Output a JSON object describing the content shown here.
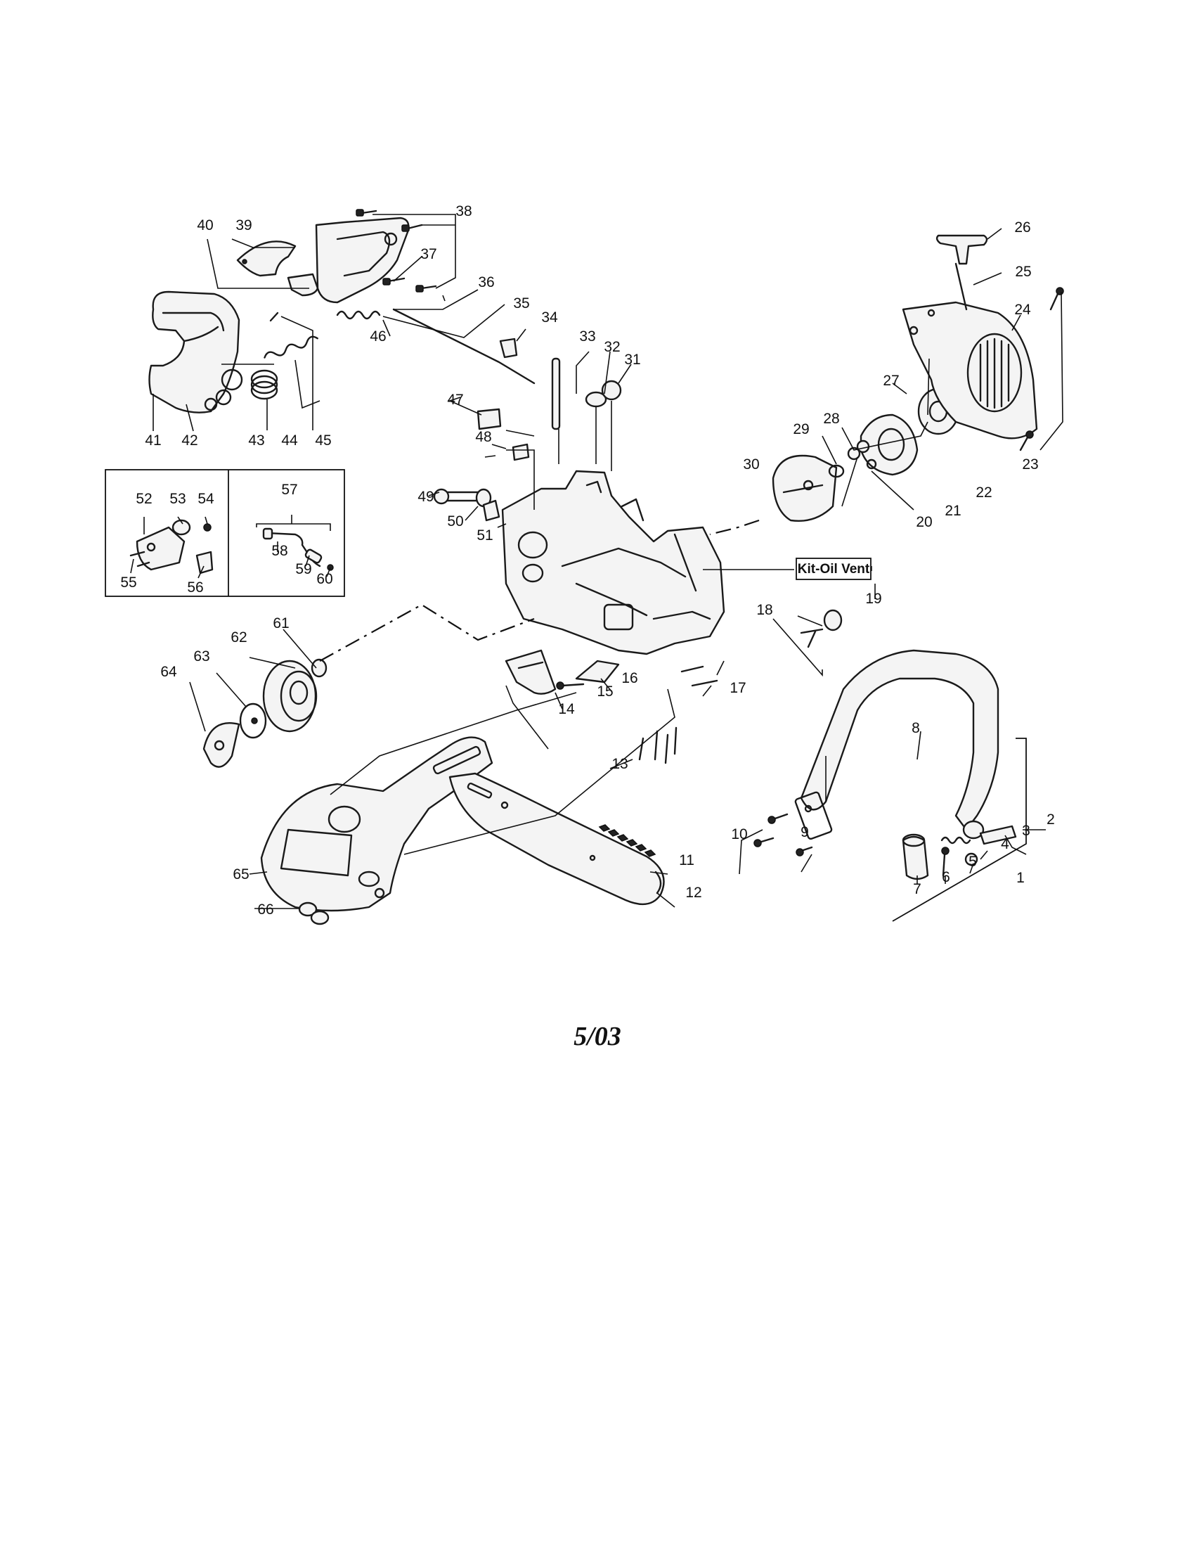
{
  "callouts": [
    "1",
    "2",
    "3",
    "4",
    "5",
    "6",
    "7",
    "8",
    "9",
    "10",
    "11",
    "12",
    "13",
    "14",
    "15",
    "16",
    "17",
    "18",
    "19",
    "20",
    "21",
    "22",
    "23",
    "24",
    "25",
    "26",
    "27",
    "28",
    "29",
    "30",
    "31",
    "32",
    "33",
    "34",
    "35",
    "36",
    "37",
    "38",
    "39",
    "40",
    "41",
    "42",
    "43",
    "44",
    "45",
    "46",
    "47",
    "48",
    "49",
    "50",
    "51",
    "52",
    "53",
    "54",
    "55",
    "56",
    "57",
    "58",
    "59",
    "60",
    "61",
    "62",
    "63",
    "64",
    "65",
    "66"
  ],
  "kit_label": "Kit-Oil Vent",
  "footer": {
    "date": "5/03"
  }
}
